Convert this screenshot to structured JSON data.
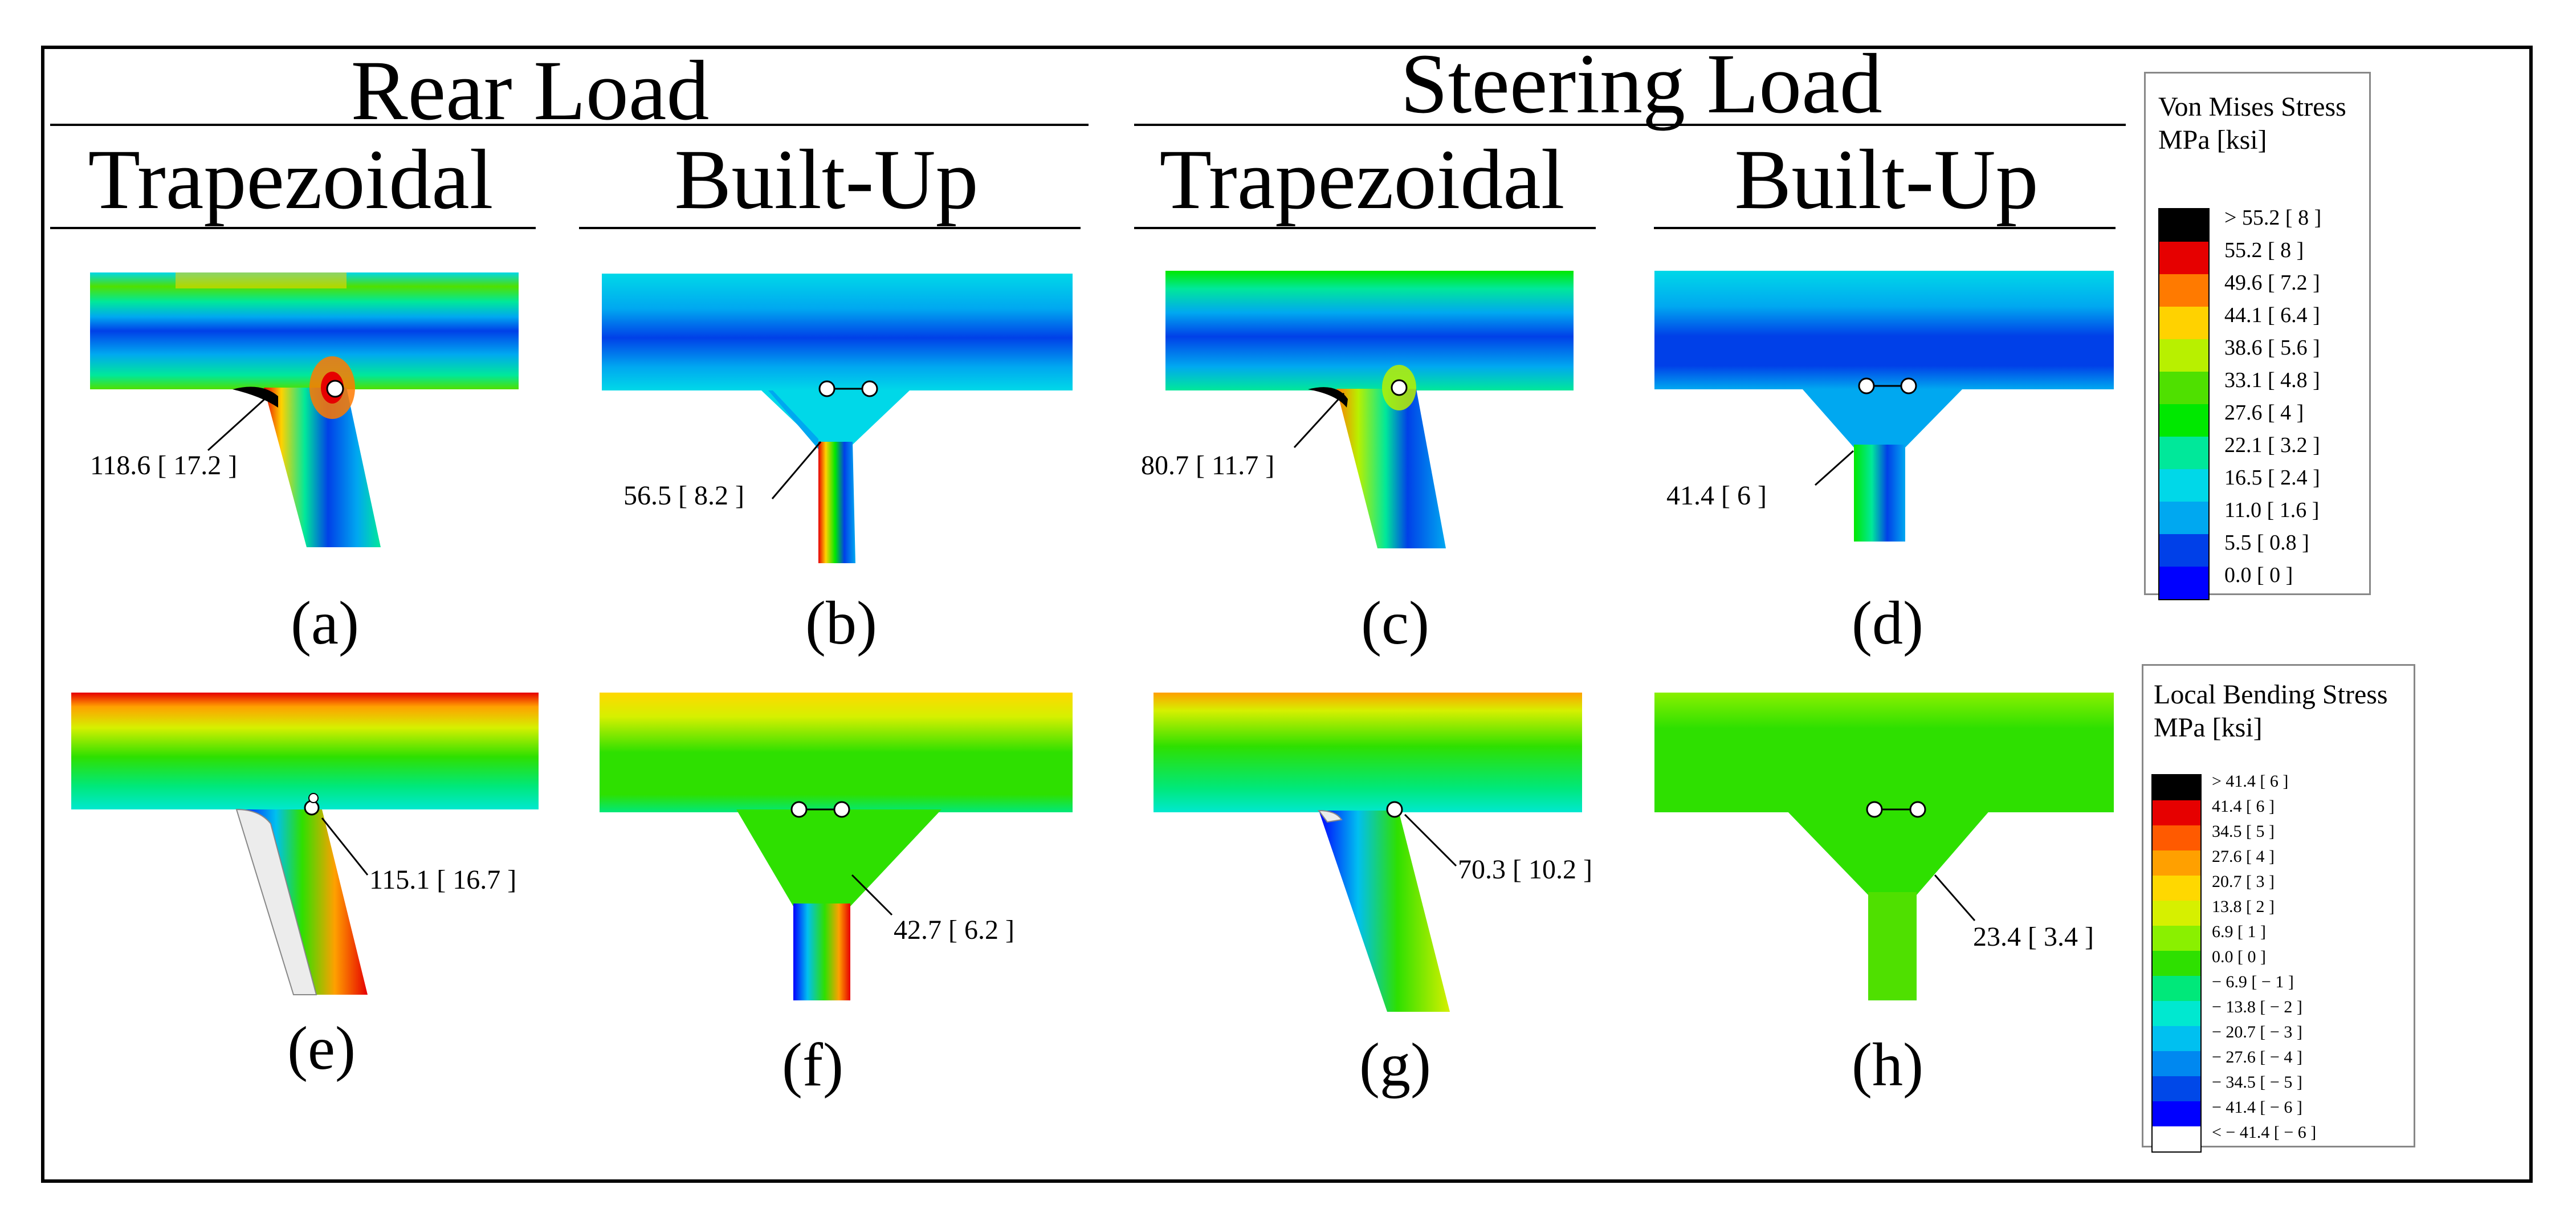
{
  "groups": {
    "rear": "Rear Load",
    "steering": "Steering Load"
  },
  "subheadings": {
    "rear_trap": "Trapezoidal",
    "rear_built": "Built-Up",
    "steer_trap": "Trapezoidal",
    "steer_built": "Built-Up"
  },
  "panels": {
    "a": {
      "label": "(a)",
      "annotation": "118.6 [ 17.2 ]"
    },
    "b": {
      "label": "(b)",
      "annotation": "56.5   [  8.2  ]"
    },
    "c": {
      "label": "(c)",
      "annotation": "80.7   [ 11.7 ]"
    },
    "d": {
      "label": "(d)",
      "annotation": "41.4   [  6   ]"
    },
    "e": {
      "label": "(e)",
      "annotation": "115.1 [ 16.7 ]"
    },
    "f": {
      "label": "(f)",
      "annotation": "42.7   [  6.2  ]"
    },
    "g": {
      "label": "(g)",
      "annotation": "70.3   [ 10.2 ]"
    },
    "h": {
      "label": "(h)",
      "annotation": "23.4  [ 3.4  ]"
    }
  },
  "legend_von_mises": {
    "title_line1": "Von Mises Stress",
    "title_line2": "MPa [ksi]",
    "colors": [
      "#000000",
      "#e60000",
      "#ff7a00",
      "#ffd200",
      "#b8f000",
      "#4fe000",
      "#00e800",
      "#00e89a",
      "#00d8e8",
      "#00a8f0",
      "#0040e8",
      "#0000ff"
    ],
    "labels": [
      "> 55.2   [  8  ]",
      "55.2   [  8  ]",
      "49.6   [ 7.2 ]",
      "44.1   [ 6.4 ]",
      "38.6   [ 5.6 ]",
      "33.1   [ 4.8 ]",
      "27.6   [  4  ]",
      "22.1   [ 3.2 ]",
      "16.5   [ 2.4 ]",
      "11.0   [ 1.6 ]",
      "5.5   [ 0.8 ]",
      "0.0   [  0  ]"
    ]
  },
  "legend_bending": {
    "title_line1": "Local Bending Stress",
    "title_line2": "MPa [ksi]",
    "colors": [
      "#000000",
      "#e60000",
      "#ff5a00",
      "#ffa000",
      "#ffd800",
      "#d6f000",
      "#8af000",
      "#2ee000",
      "#00e87a",
      "#00e8d0",
      "#00c0f0",
      "#0088f0",
      "#0048e8",
      "#0000ff",
      "#ffffff"
    ],
    "labels": [
      "> 41.4  [ 6 ]",
      "41.4  [ 6 ]",
      "34.5  [ 5 ]",
      "27.6  [ 4 ]",
      "20.7  [ 3 ]",
      "13.8  [ 2 ]",
      "6.9   [ 1 ]",
      "0.0   [ 0 ]",
      "− 6.9   [ − 1 ]",
      "− 13.8  [ − 2 ]",
      "− 20.7  [ − 3 ]",
      "− 27.6  [ − 4 ]",
      "− 34.5  [ − 5 ]",
      "− 41.4  [ − 6 ]",
      "< − 41.4  [ − 6 ]"
    ]
  },
  "colors": {
    "bg": "#ffffff",
    "frame": "#000000",
    "low": "#0000ff",
    "mid": "#00e800",
    "high": "#e60000"
  }
}
